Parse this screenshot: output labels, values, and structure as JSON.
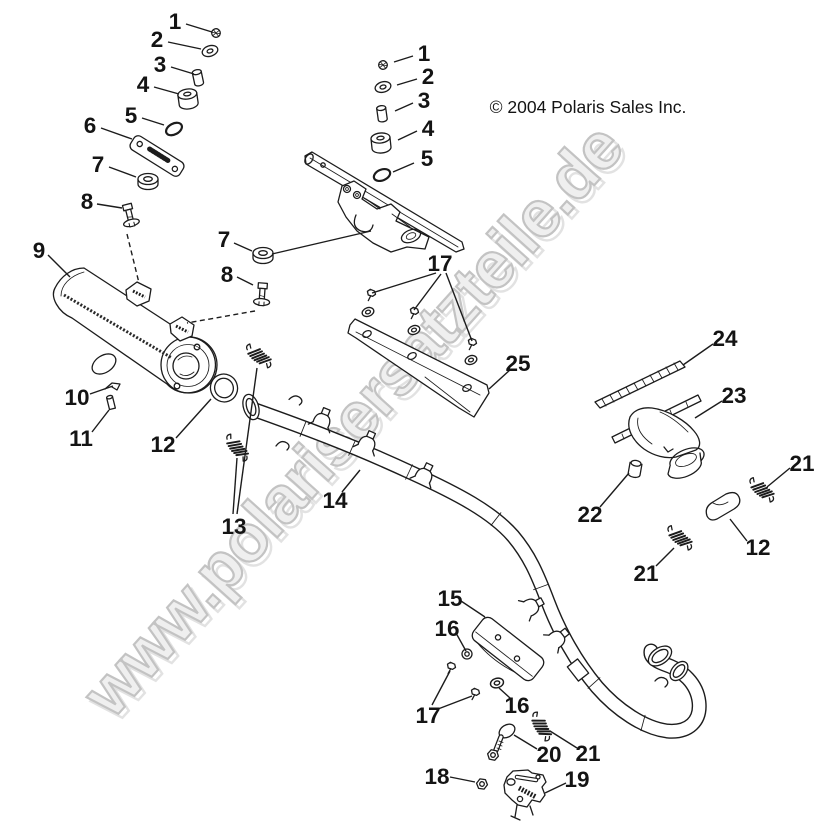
{
  "watermark": {
    "text": "www.polarisersatzteile.de"
  },
  "copyright": {
    "text": "© 2004 Polaris Sales Inc."
  },
  "colors": {
    "background": "#ffffff",
    "line_art": "#1c1c1c",
    "watermark_fill": "#efefef",
    "watermark_outline": "#c3c3c3",
    "watermark_shadow": "#e2e2e2"
  },
  "callouts": [
    {
      "label": "1"
    },
    {
      "label": "2"
    },
    {
      "label": "3"
    },
    {
      "label": "4"
    },
    {
      "label": "5"
    },
    {
      "label": "6"
    },
    {
      "label": "7"
    },
    {
      "label": "8"
    },
    {
      "label": "9"
    },
    {
      "label": "10"
    },
    {
      "label": "11"
    },
    {
      "label": "12"
    },
    {
      "label": "13"
    },
    {
      "label": "14"
    },
    {
      "label": "1"
    },
    {
      "label": "2"
    },
    {
      "label": "3"
    },
    {
      "label": "4"
    },
    {
      "label": "5"
    },
    {
      "label": "7"
    },
    {
      "label": "8"
    },
    {
      "label": "17"
    },
    {
      "label": "25"
    },
    {
      "label": "24"
    },
    {
      "label": "23"
    },
    {
      "label": "22"
    },
    {
      "label": "21"
    },
    {
      "label": "12"
    },
    {
      "label": "21"
    },
    {
      "label": "15"
    },
    {
      "label": "16"
    },
    {
      "label": "17"
    },
    {
      "label": "16"
    },
    {
      "label": "20"
    },
    {
      "label": "21"
    },
    {
      "label": "18"
    },
    {
      "label": "19"
    }
  ]
}
